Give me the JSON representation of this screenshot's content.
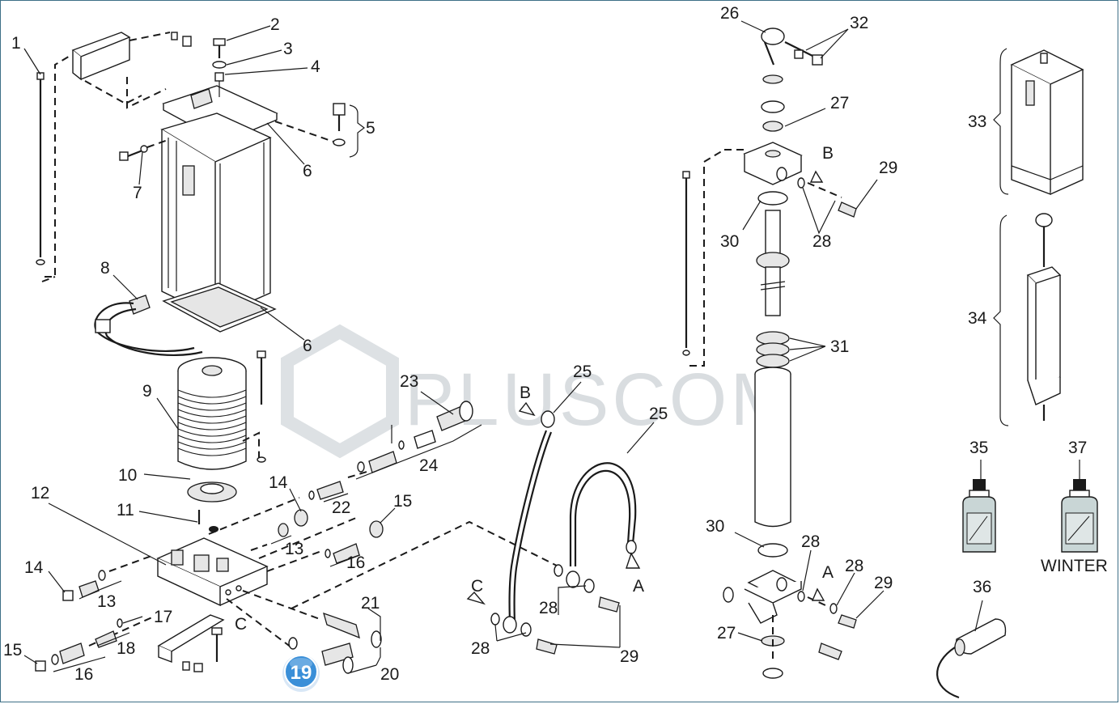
{
  "diagram": {
    "labels": [
      {
        "id": "1",
        "text": "1"
      },
      {
        "id": "2",
        "text": "2"
      },
      {
        "id": "3",
        "text": "3"
      },
      {
        "id": "4",
        "text": "4"
      },
      {
        "id": "5",
        "text": "5"
      },
      {
        "id": "6a",
        "text": "6"
      },
      {
        "id": "6b",
        "text": "6"
      },
      {
        "id": "7",
        "text": "7"
      },
      {
        "id": "8",
        "text": "8"
      },
      {
        "id": "9",
        "text": "9"
      },
      {
        "id": "10",
        "text": "10"
      },
      {
        "id": "11",
        "text": "11"
      },
      {
        "id": "12",
        "text": "12"
      },
      {
        "id": "13a",
        "text": "13"
      },
      {
        "id": "13b",
        "text": "13"
      },
      {
        "id": "14a",
        "text": "14"
      },
      {
        "id": "14b",
        "text": "14"
      },
      {
        "id": "15a",
        "text": "15"
      },
      {
        "id": "15b",
        "text": "15"
      },
      {
        "id": "16a",
        "text": "16"
      },
      {
        "id": "16b",
        "text": "16"
      },
      {
        "id": "17",
        "text": "17"
      },
      {
        "id": "18",
        "text": "18"
      },
      {
        "id": "20",
        "text": "20"
      },
      {
        "id": "21",
        "text": "21"
      },
      {
        "id": "22",
        "text": "22"
      },
      {
        "id": "23",
        "text": "23"
      },
      {
        "id": "24",
        "text": "24"
      },
      {
        "id": "25a",
        "text": "25"
      },
      {
        "id": "25b",
        "text": "25"
      },
      {
        "id": "26",
        "text": "26"
      },
      {
        "id": "27a",
        "text": "27"
      },
      {
        "id": "27b",
        "text": "27"
      },
      {
        "id": "28a",
        "text": "28"
      },
      {
        "id": "28b",
        "text": "28"
      },
      {
        "id": "28c",
        "text": "28"
      },
      {
        "id": "28d",
        "text": "28"
      },
      {
        "id": "28e",
        "text": "28"
      },
      {
        "id": "29a",
        "text": "29"
      },
      {
        "id": "29b",
        "text": "29"
      },
      {
        "id": "29c",
        "text": "29"
      },
      {
        "id": "30a",
        "text": "30"
      },
      {
        "id": "30b",
        "text": "30"
      },
      {
        "id": "31",
        "text": "31"
      },
      {
        "id": "32",
        "text": "32"
      },
      {
        "id": "33",
        "text": "33"
      },
      {
        "id": "34",
        "text": "34"
      },
      {
        "id": "35",
        "text": "35"
      },
      {
        "id": "36",
        "text": "36"
      },
      {
        "id": "37",
        "text": "37"
      },
      {
        "id": "A1",
        "text": "A"
      },
      {
        "id": "A2",
        "text": "A"
      },
      {
        "id": "B1",
        "text": "B"
      },
      {
        "id": "B2",
        "text": "B"
      },
      {
        "id": "C1",
        "text": "C"
      },
      {
        "id": "C2",
        "text": "C"
      }
    ],
    "winter_label": "WINTER",
    "highlight_badge": "19",
    "watermark": "PLUSCOM",
    "colors": {
      "badge": "#3a8fd8",
      "frame": "#3d6f86",
      "watermark": "#d9dde0"
    }
  }
}
